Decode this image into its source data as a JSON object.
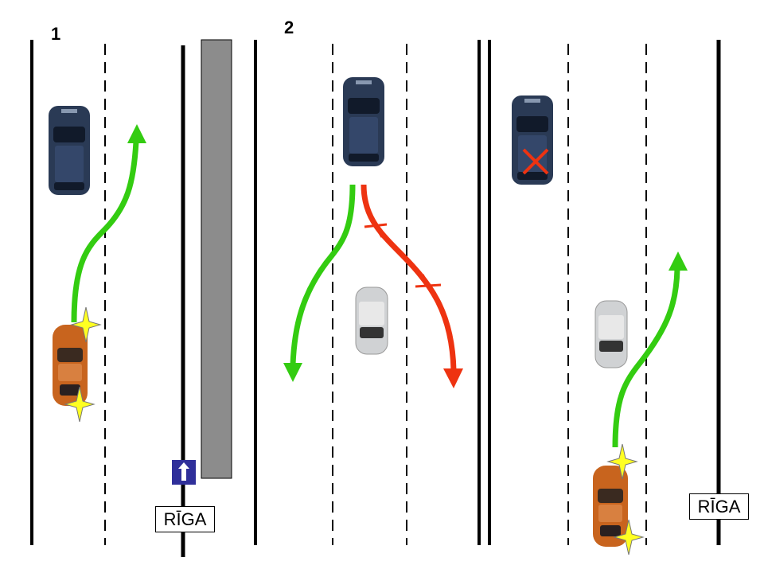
{
  "panels": [
    {
      "number": "1",
      "sign_text": "RĪGA",
      "road_sign": "lane-direction-arrow-icon"
    },
    {
      "number": "2"
    },
    {
      "number": "",
      "sign_text": "RĪGA"
    }
  ],
  "colors": {
    "allowed_path": "#33cc11",
    "forbidden_path": "#ee3311",
    "suv": "#2a3a55",
    "orange_car": "#c8641e",
    "silver_car": "#d0d2d4",
    "island": "#8c8c8c",
    "sign_blue": "#2f2f9a",
    "sparkle": "#ffff22"
  }
}
